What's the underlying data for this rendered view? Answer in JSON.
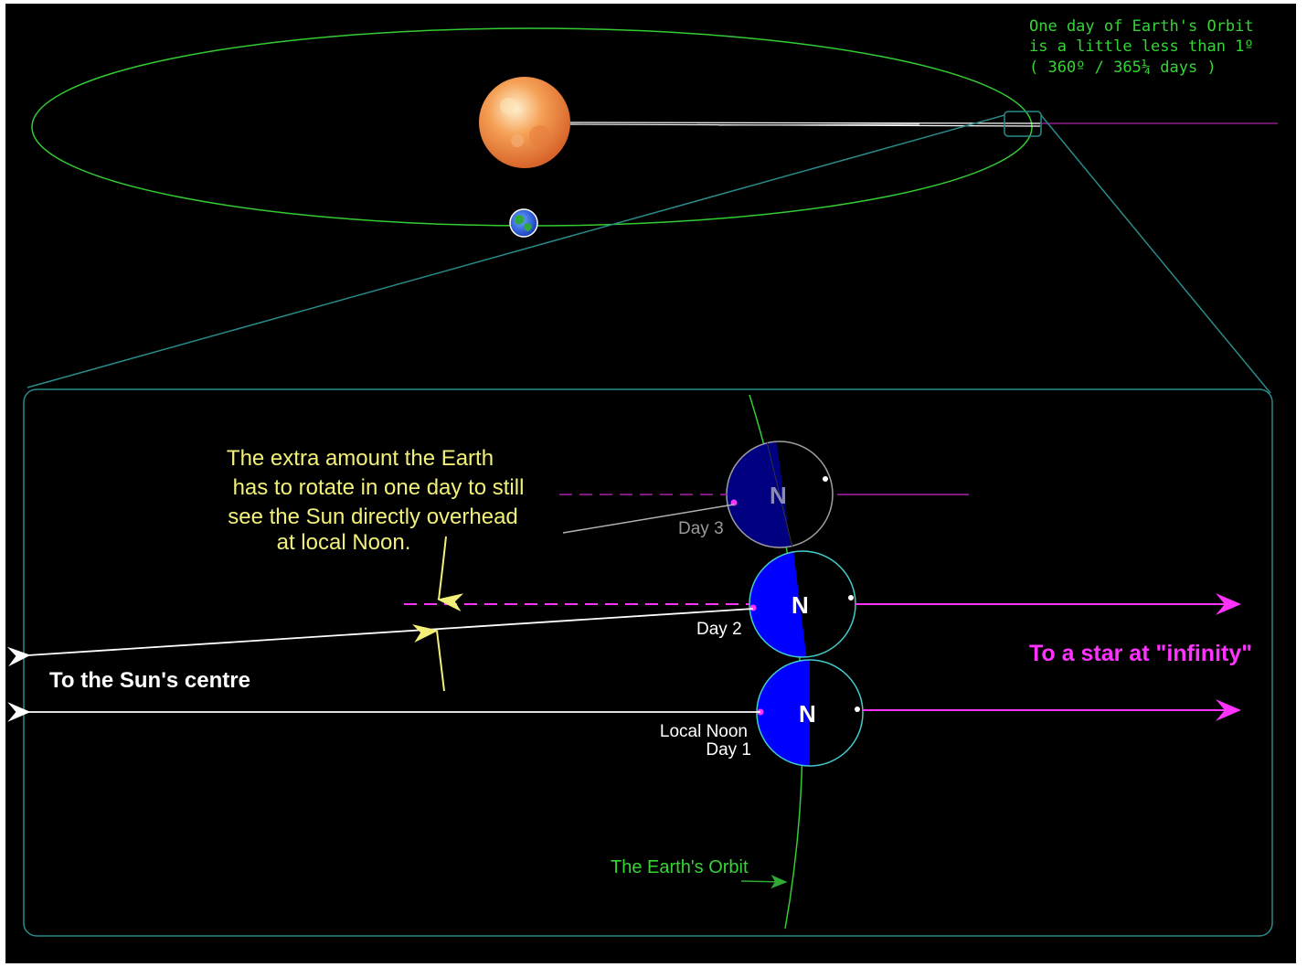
{
  "colors": {
    "background": "#000000",
    "orbit": "#33cc33",
    "panel_border": "#2a8a8a",
    "day_line": "#ff33ff",
    "earth_fill": "#0000ff",
    "earth_fill_dark": "#000080",
    "earth_ring": "#44cccc",
    "label_yellow": "#f3f07a",
    "label_green": "#36d436"
  },
  "icons": {
    "sun": "sun-icon",
    "earth": "earth-globe-icon"
  },
  "top_note": {
    "line1": "One day of Earth's Orbit",
    "line2": "is a little less than 1º",
    "line3": "( 360º / 365¼ days )"
  },
  "extra_note": {
    "line1": "The extra amount the Earth",
    "line2": "has to rotate in one day to still",
    "line3": "see the Sun directly overhead",
    "line4": "at local Noon."
  },
  "labels": {
    "sun_centre": "To the Sun's centre",
    "star_infinity": "To a star at \"infinity\"",
    "day3": "Day 3",
    "day2": "Day 2",
    "local_noon": "Local Noon",
    "day1": "Day 1",
    "north": "N",
    "earth_orbit": "The Earth's Orbit"
  }
}
